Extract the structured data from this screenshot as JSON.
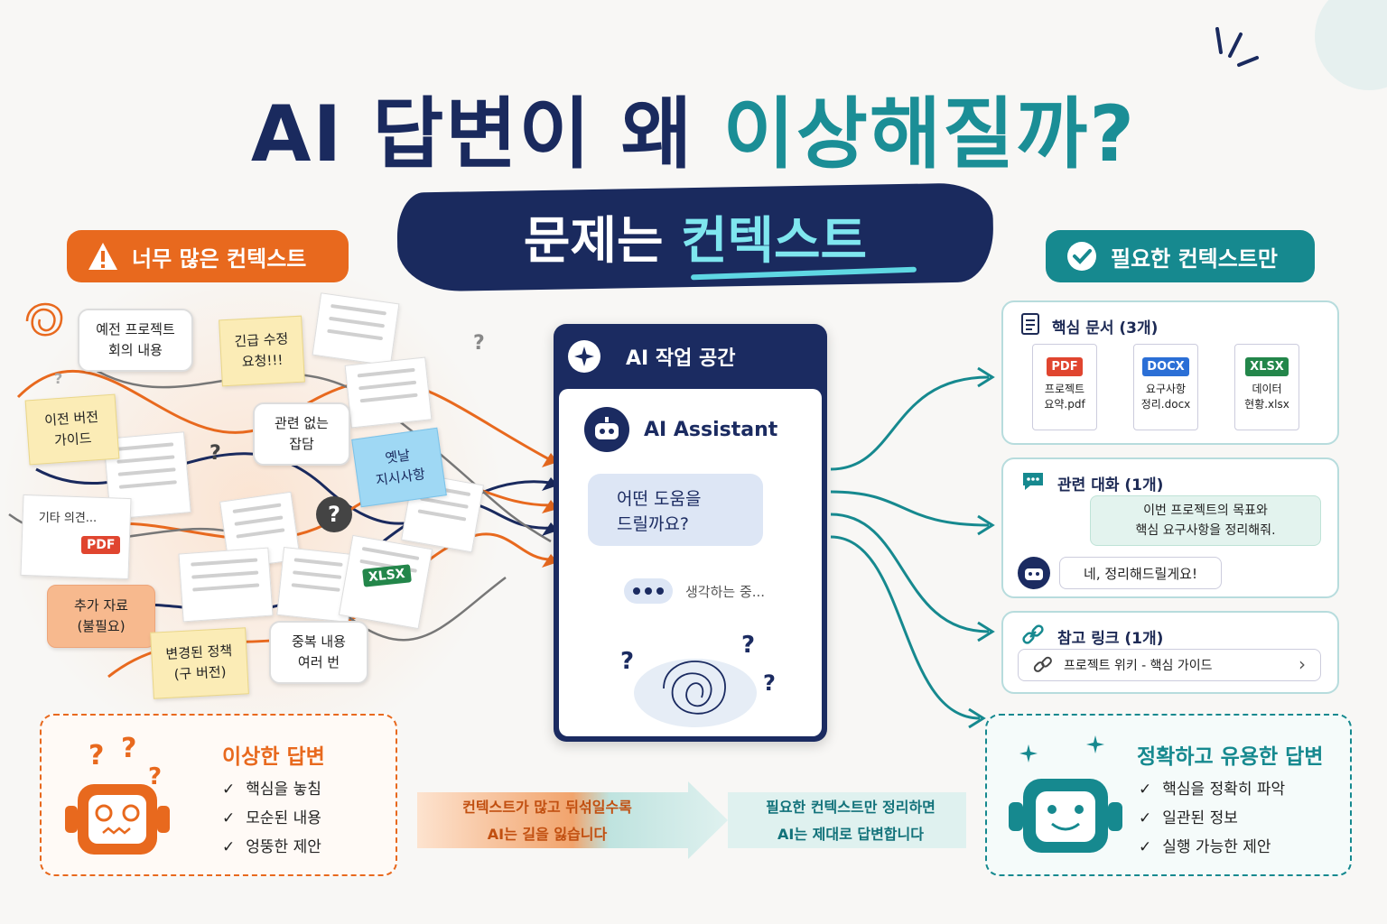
{
  "title": {
    "part1": "AI 답변이 왜 ",
    "part2": "이상해질까?"
  },
  "subtitle": {
    "part1": "문제는 ",
    "part2": "컨텍스트"
  },
  "left_pill": {
    "label": "너무 많은 컨텍스트",
    "icon": "warning-icon"
  },
  "right_pill": {
    "label": "필요한 컨텍스트만",
    "icon": "check-circle-icon"
  },
  "chaos_notes": {
    "old_project": "예전 프로젝트\n회의 내용",
    "urgent": "긴급 수정\n요청!!!",
    "prev_version": "이전 버전\n가이드",
    "unrelated": "관련 없는\n잡담",
    "old_instructions": "옛날\n지시사항",
    "other_opinions": "기타 의견...",
    "extra": "추가 자료\n(불필요)",
    "changed_policy": "변경된 정책\n(구 버전)",
    "duplicate": "중복 내용\n여러 번",
    "pdf_tag": "PDF",
    "xlsx_tag": "XLSX",
    "question_mark": "?"
  },
  "center_panel": {
    "header": "AI 작업 공간",
    "assistant_name": "AI Assistant",
    "question": "어떤 도움을\n드릴까요?",
    "thinking": "생각하는 중..."
  },
  "cards": {
    "docs": {
      "title": "핵심 문서 (3개)",
      "files": [
        {
          "badge": "PDF",
          "name": "프로젝트\n요약.pdf",
          "color": "#e0452f"
        },
        {
          "badge": "DOCX",
          "name": "요구사항\n정리.docx",
          "color": "#2b6fd6"
        },
        {
          "badge": "XLSX",
          "name": "데이터\n현황.xlsx",
          "color": "#23864a"
        }
      ]
    },
    "chat": {
      "title": "관련 대화 (1개)",
      "user_msg": "이번 프로젝트의 목표와\n핵심 요구사항을 정리해줘.",
      "bot_msg": "네, 정리해드릴게요!"
    },
    "link": {
      "title": "참고 링크 (1개)",
      "item": "프로젝트 위키 - 핵심 가이드"
    }
  },
  "bad_result": {
    "title": "이상한 답변",
    "items": [
      "핵심을 놓침",
      "모순된 내용",
      "엉뚱한 제안"
    ]
  },
  "good_result": {
    "title": "정확하고 유용한 답변",
    "items": [
      "핵심을 정확히 파악",
      "일관된 정보",
      "실행 가능한 제안"
    ]
  },
  "banner": {
    "left": "컨텍스트가 많고 뒤섞일수록\nAI는 길을 잃습니다",
    "right": "필요한 컨텍스트만 정리하면\nAI는 제대로 답변합니다"
  },
  "colors": {
    "navy": "#1a2a5e",
    "teal": "#16898f",
    "orange": "#e8691e"
  }
}
